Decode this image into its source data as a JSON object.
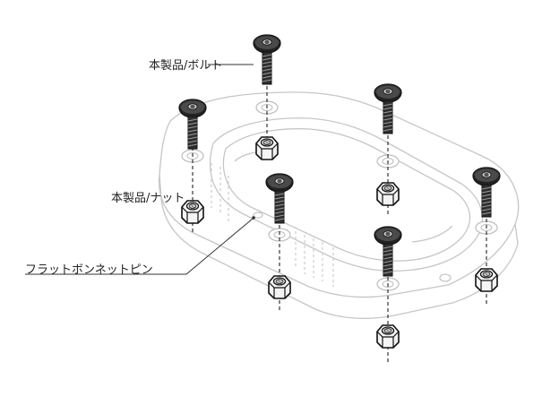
{
  "labels": {
    "bolt": "本製品/ボルト",
    "nut": "本製品/ナット",
    "pin": "フラットボンネットピン"
  },
  "colors": {
    "plate_stroke": "#c8c8c8",
    "bolt_dark": "#2b2b2b",
    "bolt_light": "#9a9a9a",
    "nut_stroke": "#1a1a1a",
    "nut_fill": "#f2f2f2",
    "centerline": "#222222",
    "leader": "#333333"
  },
  "icons": [
    "countersunk-hex-bolt-icon",
    "hex-nut-icon",
    "bonnet-pin-plate-icon"
  ]
}
